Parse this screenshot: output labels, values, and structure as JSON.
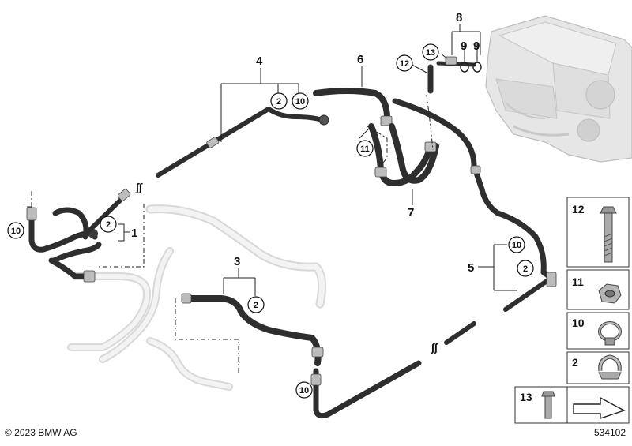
{
  "diagram": {
    "callouts": {
      "c1": "1",
      "c2a": "2",
      "c2b": "2",
      "c2c": "2",
      "c2d": "2",
      "c3": "3",
      "c4": "4",
      "c5": "5",
      "c6": "6",
      "c7": "7",
      "c8": "8",
      "c9a": "9",
      "c9b": "9",
      "c10a": "10",
      "c10b": "10",
      "c10c": "10",
      "c10d": "10",
      "c11": "11",
      "c12": "12",
      "c13": "13"
    },
    "legend": [
      {
        "num": "12",
        "icon": "bolt-long-icon"
      },
      {
        "num": "11",
        "icon": "hex-nut-icon"
      },
      {
        "num": "10",
        "icon": "hose-clamp-icon"
      },
      {
        "num": "2",
        "icon": "spring-clip-icon"
      },
      {
        "num": "13",
        "icon": "screw-short-icon"
      }
    ],
    "footer": {
      "copyright": "© 2023 BMW AG",
      "diagram_number": "534102"
    }
  }
}
